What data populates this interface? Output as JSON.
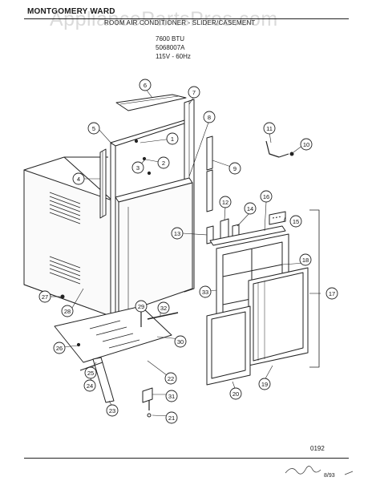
{
  "header": {
    "brand": "MONTGOMERY WARD",
    "subtitle": "ROOM AIR CONDITIONER - SLIDER/CASEMENT",
    "lines": [
      "7600 BTU",
      "5068007A",
      "115V - 60Hz"
    ]
  },
  "watermark": "AppliancePartsPros.com",
  "callouts": [
    "1",
    "2",
    "3",
    "4",
    "5",
    "6",
    "7",
    "8",
    "9",
    "10",
    "11",
    "12",
    "13",
    "14",
    "15",
    "16",
    "17",
    "18",
    "19",
    "20",
    "21",
    "22",
    "23",
    "24",
    "25",
    "26",
    "27",
    "28",
    "29",
    "30",
    "31",
    "32",
    "33"
  ],
  "footer": {
    "code": "0192",
    "date": "8/93"
  }
}
